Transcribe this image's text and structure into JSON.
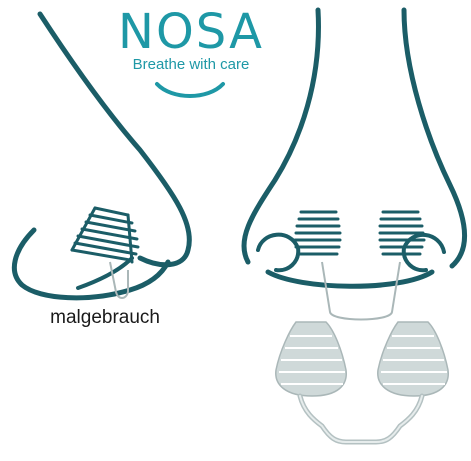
{
  "brand": {
    "name": "NOSA",
    "tagline": "Breathe with care"
  },
  "caption": "malgebrauch",
  "colors": {
    "brand_teal": "#1b5d67",
    "logo_teal": "#1e98a6",
    "insert_gray": "#cfd9d9",
    "insert_outline": "#aab7b8"
  },
  "icons": {
    "logo_smile": "smile-arc-icon",
    "nose_side": "nose-profile-icon",
    "nose_front": "nose-front-icon",
    "insert": "nasal-insert-icon"
  }
}
